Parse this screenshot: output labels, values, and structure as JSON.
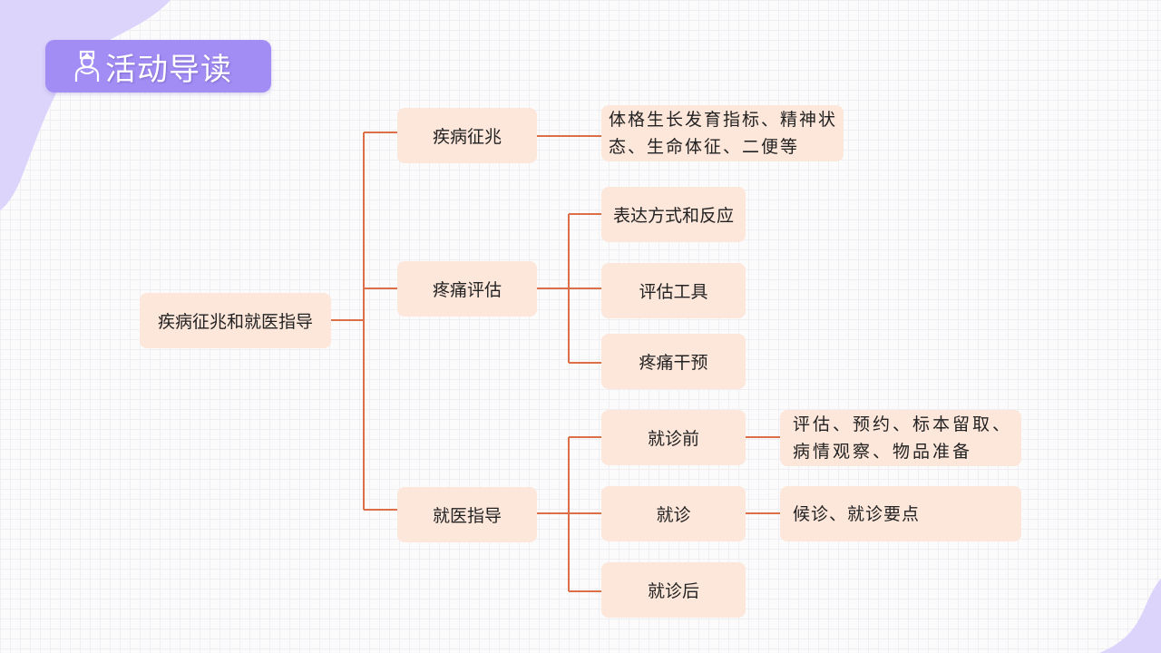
{
  "header": {
    "title": "活动导读",
    "icon": "nurse-icon"
  },
  "colors": {
    "badge": "#a28df5",
    "node_fill": "#fde6da",
    "connector": "#dc6e48",
    "blob": "#dcd4fb"
  },
  "mindmap": {
    "root": "疾病征兆和就医指导",
    "branches": [
      {
        "label": "疾病征兆",
        "children": [
          {
            "label": "体格生长发育指标、精神状态、生命体征、二便等"
          }
        ]
      },
      {
        "label": "疼痛评估",
        "children": [
          {
            "label": "表达方式和反应"
          },
          {
            "label": "评估工具"
          },
          {
            "label": "疼痛干预"
          }
        ]
      },
      {
        "label": "就医指导",
        "children": [
          {
            "label": "就诊前",
            "detail": "评估、预约、标本留取、病情观察、物品准备"
          },
          {
            "label": "就诊",
            "detail": "候诊、就诊要点"
          },
          {
            "label": "就诊后"
          }
        ]
      }
    ]
  }
}
